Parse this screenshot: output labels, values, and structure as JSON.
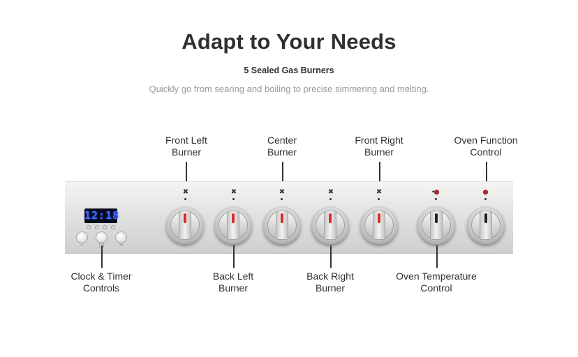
{
  "header": {
    "title": "Adapt to Your Needs",
    "subtitle": "5 Sealed Gas Burners",
    "description": "Quickly go from searing and boiling to precise simmering and melting."
  },
  "display": {
    "time": "12:18"
  },
  "labels": {
    "front_left": [
      "Front Left",
      "Burner"
    ],
    "center": [
      "Center",
      "Burner"
    ],
    "front_right": [
      "Front Right",
      "Burner"
    ],
    "oven_function": [
      "Oven Function",
      "Control"
    ],
    "clock_timer": [
      "Clock & Timer",
      "Controls"
    ],
    "back_left": [
      "Back Left",
      "Burner"
    ],
    "back_right": [
      "Back Right",
      "Burner"
    ],
    "oven_temperature": [
      "Oven Temperature",
      "Control"
    ]
  },
  "timer_buttons": [
    "−",
    "◻",
    "+"
  ],
  "colors": {
    "indicator_red": "#d62d2d",
    "indicator_black": "#222222",
    "display_blue": "#3b6cff"
  },
  "icons": {
    "burner": "burner-icon",
    "oven_temperature": "thermometer-icon",
    "oven_function": "oven-light-icon"
  }
}
